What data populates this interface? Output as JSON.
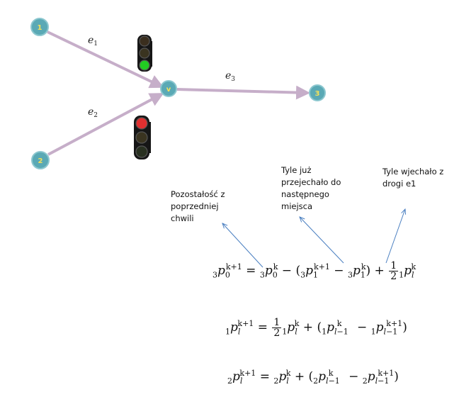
{
  "nodes": [
    {
      "id": "1",
      "label": "1"
    },
    {
      "id": "2",
      "label": "2"
    },
    {
      "id": "v",
      "label": "v"
    },
    {
      "id": "3",
      "label": "3"
    }
  ],
  "edges": [
    {
      "from": "1",
      "to": "v",
      "label_var": "e",
      "label_sub": "1"
    },
    {
      "from": "2",
      "to": "v",
      "label_var": "e",
      "label_sub": "2"
    },
    {
      "from": "v",
      "to": "3",
      "label_var": "e",
      "label_sub": "3"
    }
  ],
  "traffic_lights": [
    {
      "name": "light-upper",
      "active": "green",
      "colors": {
        "red": "#3a2e1e",
        "yellow": "#3a3420",
        "green": "#22cc22"
      }
    },
    {
      "name": "light-lower",
      "active": "red",
      "colors": {
        "red": "#e03030",
        "yellow": "#3a3420",
        "green": "#283020"
      }
    }
  ],
  "annotations": {
    "remainder": "Pozostałość z\npoprzedniej\nchwili",
    "moved": "Tyle już\nprzejechało do\nnastępnego\nmiejsca",
    "entered": "Tyle wjechało z\ndrogi e1"
  },
  "colors": {
    "node_fill": "#5aa9b5",
    "node_stroke": "#8cc7cf",
    "node_text": "#f2e15a",
    "edge": "#c6aec9",
    "arrow": "#4a7fc1"
  }
}
